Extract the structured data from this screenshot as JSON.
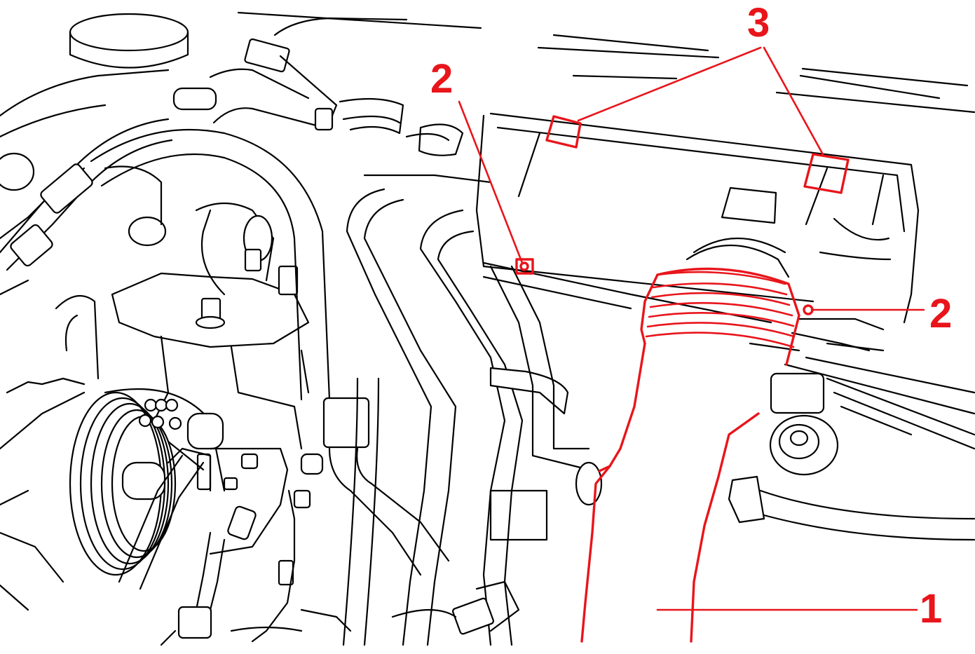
{
  "callouts": {
    "c1": "1",
    "c2_left": "2",
    "c2_right": "2",
    "c3": "3"
  },
  "colors": {
    "highlight": "#e8151b",
    "line_art": "#000000",
    "background": "#ffffff"
  }
}
